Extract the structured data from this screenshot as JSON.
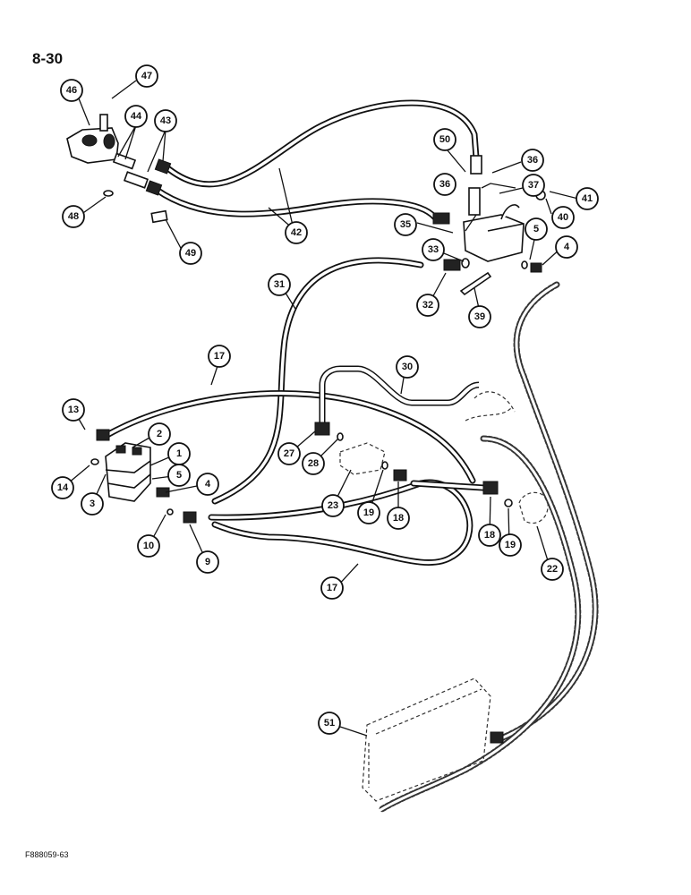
{
  "page_number": "8-30",
  "figure_code": "F888059-63",
  "callouts": [
    "47",
    "46",
    "44",
    "43",
    "48",
    "49",
    "42",
    "50",
    "36",
    "37",
    "41",
    "36",
    "40",
    "35",
    "5",
    "4",
    "33",
    "32",
    "39",
    "31",
    "17",
    "30",
    "13",
    "2",
    "1",
    "5",
    "4",
    "14",
    "3",
    "10",
    "9",
    "27",
    "28",
    "23",
    "19",
    "18",
    "18",
    "19",
    "22",
    "17",
    "51"
  ]
}
